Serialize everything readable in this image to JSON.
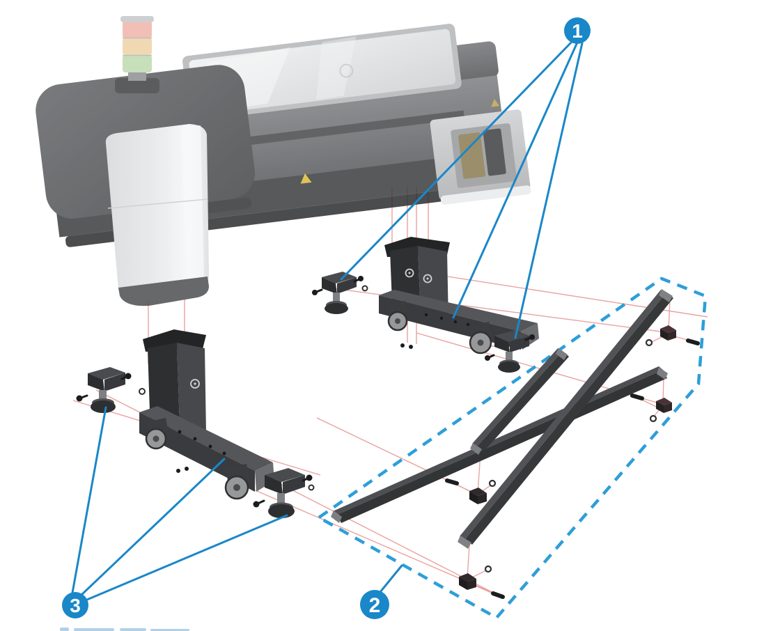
{
  "figure": {
    "type": "exploded-assembly-diagram",
    "background": "#ffffff",
    "callouts": [
      {
        "id": "callout-1",
        "label": "1",
        "leader_lines": 3
      },
      {
        "id": "callout-2",
        "label": "2",
        "leader_lines": 1
      },
      {
        "id": "callout-3",
        "label": "3",
        "leader_lines": 3
      }
    ],
    "colors": {
      "accent_blue": "#1a87c8",
      "dash_blue": "#2e9ed9",
      "guide_red": "#e8a39f",
      "beacon_red": "#f0b4ab",
      "beacon_amber": "#eed3a5",
      "beacon_green": "#bedab0",
      "body_gray": "#6a6b6e",
      "leg_black": "#2f3032",
      "caption_fragment_blue": "#a9cce4"
    }
  }
}
